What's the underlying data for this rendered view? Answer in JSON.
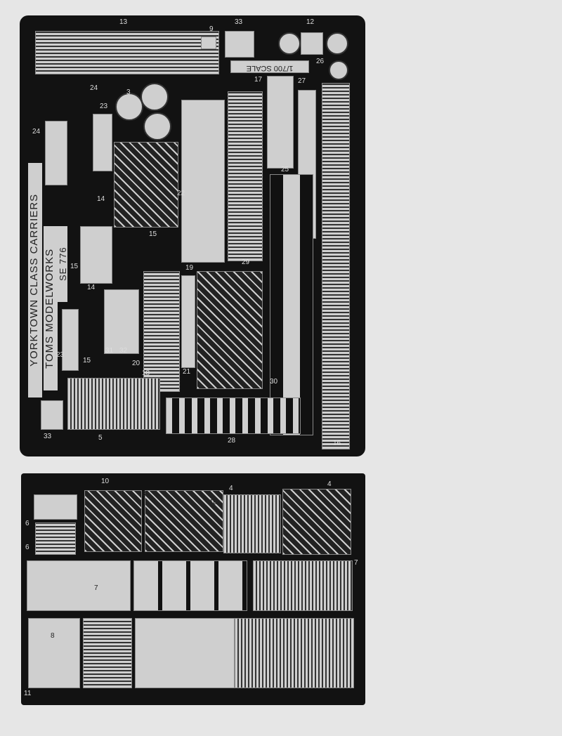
{
  "sheet1": {
    "title": "YORKTOWN CLASS CARRIERS",
    "maker": "TOMS MODELWORKS",
    "code": "SE 776",
    "scale": "1/700 SCALE",
    "numbers": [
      "13",
      "9",
      "33",
      "12",
      "26",
      "24",
      "3",
      "23",
      "17",
      "27",
      "25",
      "24",
      "22",
      "14",
      "15",
      "15",
      "14",
      "19",
      "29",
      "30",
      "23",
      "31",
      "32",
      "20",
      "18",
      "21",
      "15",
      "5",
      "33",
      "28",
      "16"
    ]
  },
  "sheet2": {
    "numbers": [
      "10",
      "8",
      "10",
      "4",
      "4",
      "6",
      "6",
      "7",
      "7",
      "8",
      "11"
    ]
  }
}
